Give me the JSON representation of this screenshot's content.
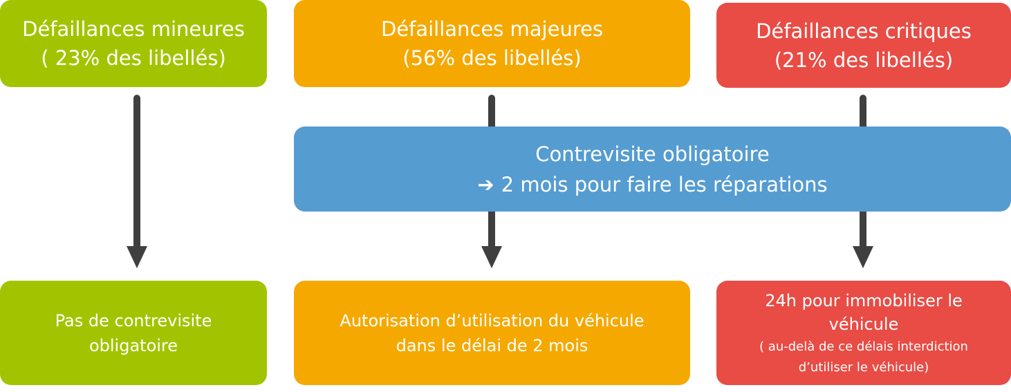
{
  "top": {
    "minor": {
      "line1": "Défaillances mineures",
      "line2": "( 23% des libellés)"
    },
    "major": {
      "line1": "Défaillances majeures",
      "line2": "(56% des libellés)"
    },
    "critical": {
      "line1": "Défaillances critiques",
      "line2": "(21% des libellés)"
    }
  },
  "middle": {
    "line1": "Contrevisite obligatoire",
    "arrow_glyph": "➔",
    "line2": "2 mois pour faire les réparations"
  },
  "bottom": {
    "minor": {
      "line1": "Pas de contrevisite",
      "line2": "obligatoire"
    },
    "major": {
      "line1": "Autorisation d’utilisation du véhicule",
      "line2": "dans le délai de 2 mois"
    },
    "critical": {
      "line1": "24h pour immobiliser le",
      "line2": "véhicule",
      "note1": "( au-delà de ce délais interdiction",
      "note2": "d’utiliser le véhicule)"
    }
  },
  "colors": {
    "minor": "#a2c400",
    "major": "#f5a800",
    "critical": "#e84c45",
    "recheck": "#559cd1",
    "arrow": "#3f3f3f",
    "text": "#ffffff"
  }
}
